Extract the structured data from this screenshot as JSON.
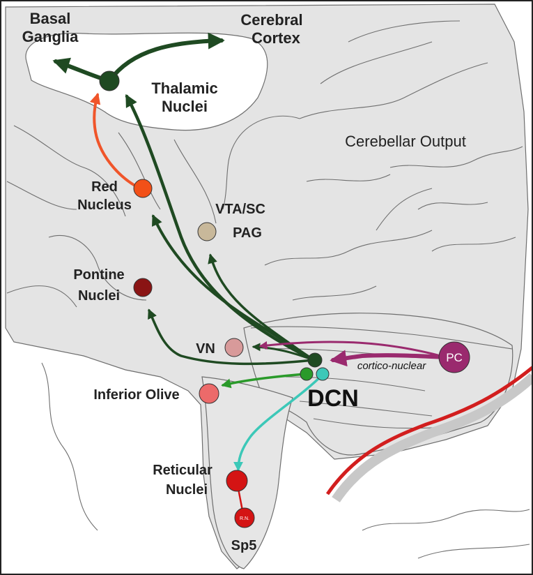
{
  "labels": {
    "basal_ganglia": [
      "Basal",
      "Ganglia"
    ],
    "cerebral_cortex": [
      "Cerebral",
      "Cortex"
    ],
    "thalamic_nuclei": [
      "Thalamic",
      "Nuclei"
    ],
    "cerebellar_output": "Cerebellar Output",
    "red_nucleus": [
      "Red",
      "Nucleus"
    ],
    "vta_sc_pag": [
      "VTA/SC",
      "PAG"
    ],
    "pontine_nuclei": [
      "Pontine",
      "Nuclei"
    ],
    "vn": "VN",
    "inferior_olive": "Inferior Olive",
    "dcn": "DCN",
    "pc": "PC",
    "cortico_nuclear": "cortico-nuclear",
    "reticular_nuclei": [
      "Reticular",
      "Nuclei"
    ],
    "sp5": "Sp5",
    "rn_small": "R.N."
  },
  "colors": {
    "brain_fill": "#e4e4e4",
    "brain_line": "#6e6e6e",
    "thalamic_pathway": "#1f4a22",
    "red_nucleus_pathway": "#f0552a",
    "olive_pathway": "#2a9a2a",
    "reticular_pathway": "#3cc8b8",
    "pc_pathway": "#9a2a6e",
    "red_stripe": "#d21e1e",
    "gray_stripe": "#c8c8c8",
    "thalamic_node": "#1f4a22",
    "red_nucleus_node": "#f25018",
    "vta_node": "#c8b89a",
    "pontine_node": "#8a1414",
    "vn_node": "#d89a9a",
    "io_node": "#ec6a6a",
    "dcn_dark_node": "#1f4a22",
    "dcn_green_node": "#2a9a2a",
    "dcn_teal_node": "#3cc8b8",
    "pc_node": "#9a2a6e",
    "reticular_node": "#d41414",
    "sp5_node": "#d41414"
  }
}
